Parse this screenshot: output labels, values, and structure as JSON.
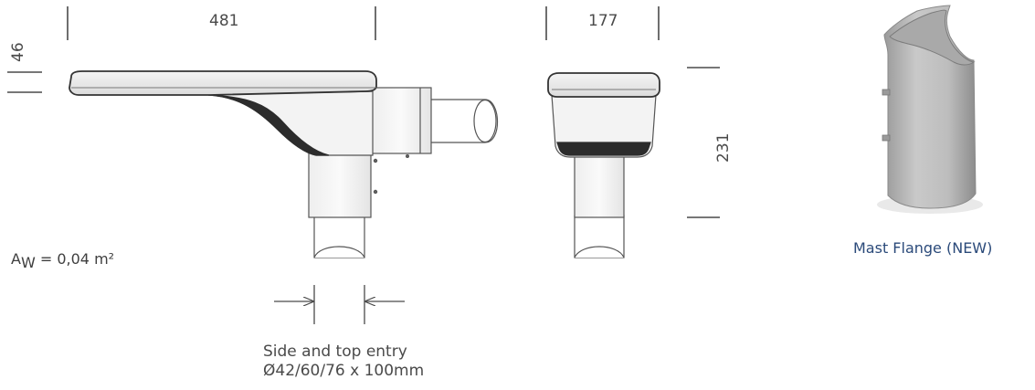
{
  "dimensions": {
    "length": "481",
    "width": "177",
    "head_height": "46",
    "total_height": "231"
  },
  "area": {
    "prefix": "A",
    "subscript": "W",
    "value": " = 0,04 m²"
  },
  "entry": {
    "line1": "Side and top entry",
    "line2": "Ø42/60/76 x 100mm"
  },
  "accessory": {
    "caption": "Mast Flange (NEW)"
  },
  "colors": {
    "line": "#4a4a4a",
    "caption": "#2b4a7a"
  }
}
